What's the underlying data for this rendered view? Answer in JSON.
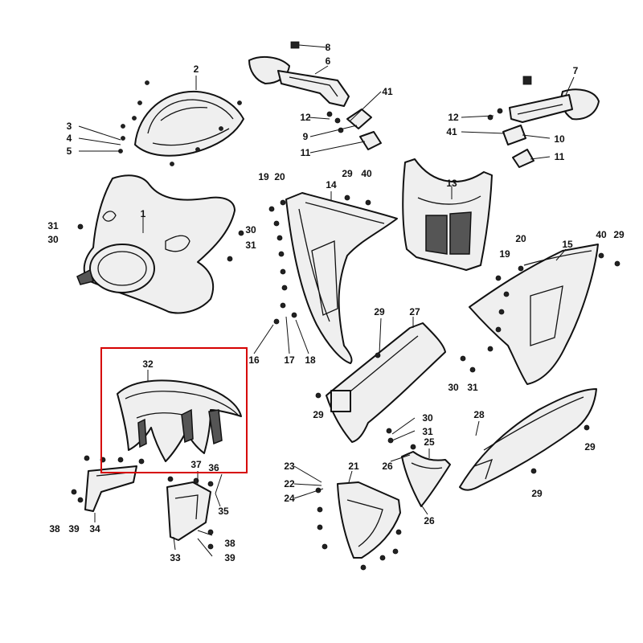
{
  "diagram": {
    "highlight_color": "#d60000",
    "highlighted_part": "32",
    "callouts": [
      {
        "id": "c-2",
        "text": "2"
      },
      {
        "id": "c-3",
        "text": "3"
      },
      {
        "id": "c-4",
        "text": "4"
      },
      {
        "id": "c-5",
        "text": "5"
      },
      {
        "id": "c-8",
        "text": "8"
      },
      {
        "id": "c-6",
        "text": "6"
      },
      {
        "id": "c-41a",
        "text": "41"
      },
      {
        "id": "c-12a",
        "text": "12"
      },
      {
        "id": "c-9",
        "text": "9"
      },
      {
        "id": "c-11a",
        "text": "11"
      },
      {
        "id": "c-7",
        "text": "7"
      },
      {
        "id": "c-12b",
        "text": "12"
      },
      {
        "id": "c-41b",
        "text": "41"
      },
      {
        "id": "c-10",
        "text": "10"
      },
      {
        "id": "c-11b",
        "text": "11"
      },
      {
        "id": "c-19a",
        "text": "19"
      },
      {
        "id": "c-20a",
        "text": "20"
      },
      {
        "id": "c-14",
        "text": "14"
      },
      {
        "id": "c-29a",
        "text": "29"
      },
      {
        "id": "c-40a",
        "text": "40"
      },
      {
        "id": "c-13",
        "text": "13"
      },
      {
        "id": "c-31a",
        "text": "31"
      },
      {
        "id": "c-30a",
        "text": "30"
      },
      {
        "id": "c-1",
        "text": "1"
      },
      {
        "id": "c-30b",
        "text": "30"
      },
      {
        "id": "c-31b",
        "text": "31"
      },
      {
        "id": "c-20b",
        "text": "20"
      },
      {
        "id": "c-15",
        "text": "15"
      },
      {
        "id": "c-40b",
        "text": "40"
      },
      {
        "id": "c-29b",
        "text": "29"
      },
      {
        "id": "c-19b",
        "text": "19"
      },
      {
        "id": "c-16",
        "text": "16"
      },
      {
        "id": "c-17",
        "text": "17"
      },
      {
        "id": "c-18",
        "text": "18"
      },
      {
        "id": "c-29c",
        "text": "29"
      },
      {
        "id": "c-27",
        "text": "27"
      },
      {
        "id": "c-30c",
        "text": "30"
      },
      {
        "id": "c-31c",
        "text": "31"
      },
      {
        "id": "c-32",
        "text": "32"
      },
      {
        "id": "c-29d",
        "text": "29"
      },
      {
        "id": "c-30d",
        "text": "30"
      },
      {
        "id": "c-31d",
        "text": "31"
      },
      {
        "id": "c-28a",
        "text": "28"
      },
      {
        "id": "c-29e",
        "text": "29"
      },
      {
        "id": "c-37",
        "text": "37"
      },
      {
        "id": "c-36",
        "text": "36"
      },
      {
        "id": "c-25",
        "text": "25"
      },
      {
        "id": "c-26a",
        "text": "26"
      },
      {
        "id": "c-23",
        "text": "23"
      },
      {
        "id": "c-21",
        "text": "21"
      },
      {
        "id": "c-22",
        "text": "22"
      },
      {
        "id": "c-24",
        "text": "24"
      },
      {
        "id": "c-29f",
        "text": "29"
      },
      {
        "id": "c-35",
        "text": "35"
      },
      {
        "id": "c-38a",
        "text": "38"
      },
      {
        "id": "c-39a",
        "text": "39"
      },
      {
        "id": "c-34",
        "text": "34"
      },
      {
        "id": "c-38b",
        "text": "38"
      },
      {
        "id": "c-33",
        "text": "33"
      },
      {
        "id": "c-39b",
        "text": "39"
      },
      {
        "id": "c-26b",
        "text": "26"
      }
    ]
  }
}
